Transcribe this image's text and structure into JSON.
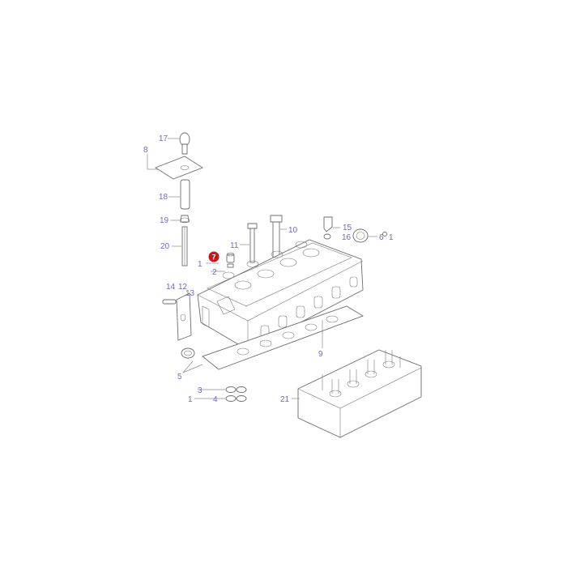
{
  "diagram": {
    "highlight_color": "#c8151d",
    "label_color": "#6e6cc9",
    "highlighted": "7",
    "labels": {
      "l17": "17",
      "l8": "8",
      "l18": "18",
      "l19": "19",
      "l20": "20",
      "l7": "7",
      "l1a": "1",
      "l2": "2",
      "l11": "11",
      "l10": "10",
      "l15": "15",
      "l16": "16",
      "l6": "6",
      "l1b": "1",
      "l14": "14",
      "l12": "12",
      "l13": "13",
      "l9": "9",
      "l5": "5",
      "l3": "3",
      "l1c": "1",
      "l4": "4",
      "l21": "21"
    }
  }
}
